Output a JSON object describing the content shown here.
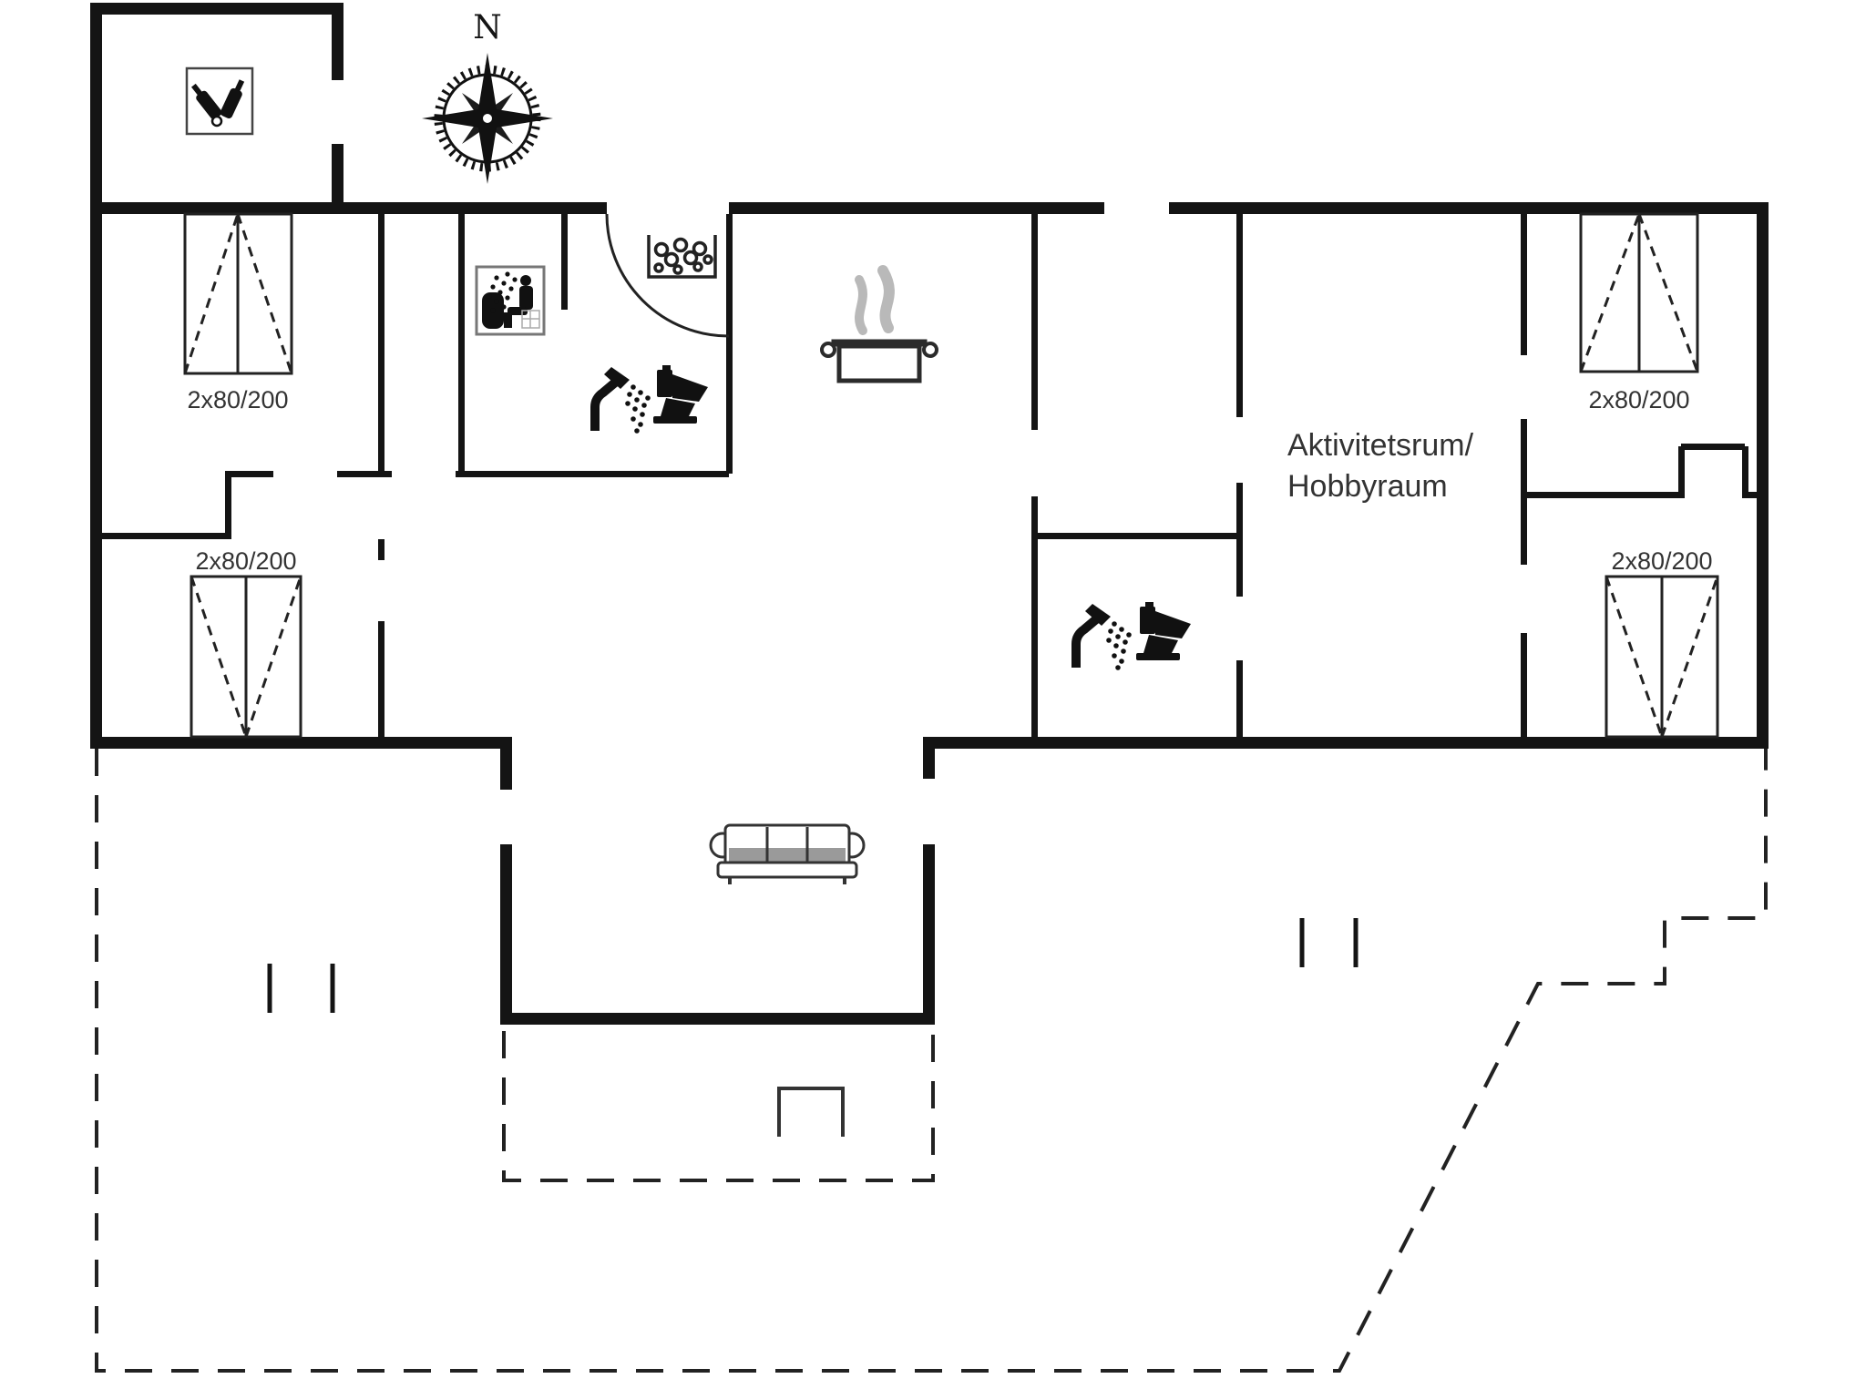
{
  "floorplan": {
    "compass_label": "N",
    "activity_room": {
      "line1": "Aktivitetsrum/",
      "line2": "Hobbyraum"
    },
    "wardrobe_labels": [
      "2x80/200",
      "2x80/200",
      "2x80/200",
      "2x80/200"
    ],
    "icons": [
      "compass-rose-icon",
      "wine-bottles-icon",
      "whirlpool-icon",
      "shower-icon",
      "toilet-icon",
      "hob-icon",
      "cooking-pot-icon",
      "sofa-icon",
      "wardrobe-symbol",
      "terrace-steps-icon"
    ],
    "colors": {
      "wall": "#141414",
      "line": "#222222",
      "text": "#333333",
      "steam": "#b9b9b9",
      "shade": "#9a9a9a"
    }
  }
}
